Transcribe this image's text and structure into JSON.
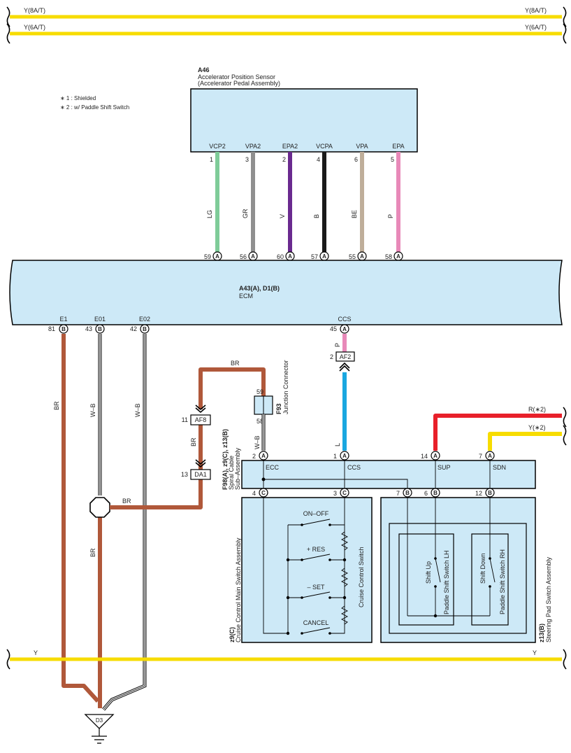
{
  "buses": {
    "top1_left": "Y(8A/T)",
    "top1_right": "Y(8A/T)",
    "top2_left": "Y(6A/T)",
    "top2_right": "Y(6A/T)",
    "bottom_left": "Y",
    "bottom_right": "Y"
  },
  "notes": [
    "∗ 1 : Shielded",
    "∗ 2 : w/ Paddle Shift Switch"
  ],
  "sensor": {
    "code": "A46",
    "name1": "Accelerator Position Sensor",
    "name2": "(Accelerator Pedal Assembly)",
    "pins": [
      {
        "name": "VCP2",
        "num": "1",
        "wire": "LG",
        "ecm_num": "59",
        "ecm_conn": "A",
        "ecm_name": "VCP2",
        "color": "#7fcc99"
      },
      {
        "name": "VPA2",
        "num": "3",
        "wire": "GR",
        "ecm_num": "56",
        "ecm_conn": "A",
        "ecm_name": "VPA2",
        "color": "#8f8f8f"
      },
      {
        "name": "EPA2",
        "num": "2",
        "wire": "V",
        "ecm_num": "60",
        "ecm_conn": "A",
        "ecm_name": "EPA2",
        "color": "#6a2a8f"
      },
      {
        "name": "VCPA",
        "num": "4",
        "wire": "B",
        "ecm_num": "57",
        "ecm_conn": "A",
        "ecm_name": "VCPA",
        "color": "#1a1a1a"
      },
      {
        "name": "VPA",
        "num": "6",
        "wire": "BE",
        "ecm_num": "55",
        "ecm_conn": "A",
        "ecm_name": "VPA",
        "color": "#bfae9a"
      },
      {
        "name": "EPA",
        "num": "5",
        "wire": "P",
        "ecm_num": "58",
        "ecm_conn": "A",
        "ecm_name": "EPA",
        "color": "#e889b9"
      }
    ]
  },
  "ecm": {
    "code": "A43(A), D1(B)",
    "name": "ECM",
    "bottom_pins": [
      {
        "name": "E1",
        "num": "81",
        "conn": "B"
      },
      {
        "name": "E01",
        "num": "43",
        "conn": "B"
      },
      {
        "name": "E02",
        "num": "42",
        "conn": "B"
      },
      {
        "name": "CCS",
        "num": "45",
        "conn": "A"
      }
    ]
  },
  "wires": {
    "e1": "BR",
    "e01": "W–B",
    "e02": "W–B",
    "ccs_top": "P",
    "ccs_main": "L",
    "br_top": "BR",
    "br_mid": "BR",
    "br_splice": "BR",
    "br_down": "BR",
    "ecc_wire": "W–B",
    "sup_wire": "R(∗2)",
    "sdn_wire": "Y(∗2)"
  },
  "connectors": {
    "af2": {
      "pin": "2",
      "label": "AF2"
    },
    "af8": {
      "pin": "11",
      "label": "AF8"
    },
    "da1": {
      "pin": "13",
      "label": "DA1"
    },
    "d3": "D3",
    "f93": {
      "code": "F93",
      "name": "Junction Connector",
      "pin_top": "59",
      "pin_bottom": "58"
    }
  },
  "spiral": {
    "code": "F98(A), z9(C), z13(B)",
    "name1": "Spiral Cable",
    "name2": "Sub–Assembly",
    "top_pins": [
      {
        "num": "2",
        "conn": "A",
        "name": "ECC"
      },
      {
        "num": "1",
        "conn": "A",
        "name": "CCS"
      },
      {
        "num": "14",
        "conn": "A",
        "name": "SUP"
      },
      {
        "num": "7",
        "conn": "A",
        "name": "SDN"
      }
    ],
    "bottom_pins": [
      {
        "num": "4",
        "conn": "C"
      },
      {
        "num": "3",
        "conn": "C"
      },
      {
        "num": "7",
        "conn": "B"
      },
      {
        "num": "6",
        "conn": "B"
      },
      {
        "num": "12",
        "conn": "B"
      }
    ]
  },
  "cruise": {
    "code": "z9(C)",
    "name": "Cruise Control Main Switch Assembly",
    "inner": "Cruise Control Switch",
    "switches": [
      "ON–OFF",
      "+ RES",
      "– SET",
      "CANCEL"
    ]
  },
  "steering": {
    "code": "z13(B)",
    "name": "Steering Pad Switch Assembly",
    "lh_name": "Paddle Shift Switch LH",
    "rh_name": "Paddle Shift Switch RH",
    "lh_switch": "Shift Up",
    "rh_switch": "Shift Down"
  }
}
